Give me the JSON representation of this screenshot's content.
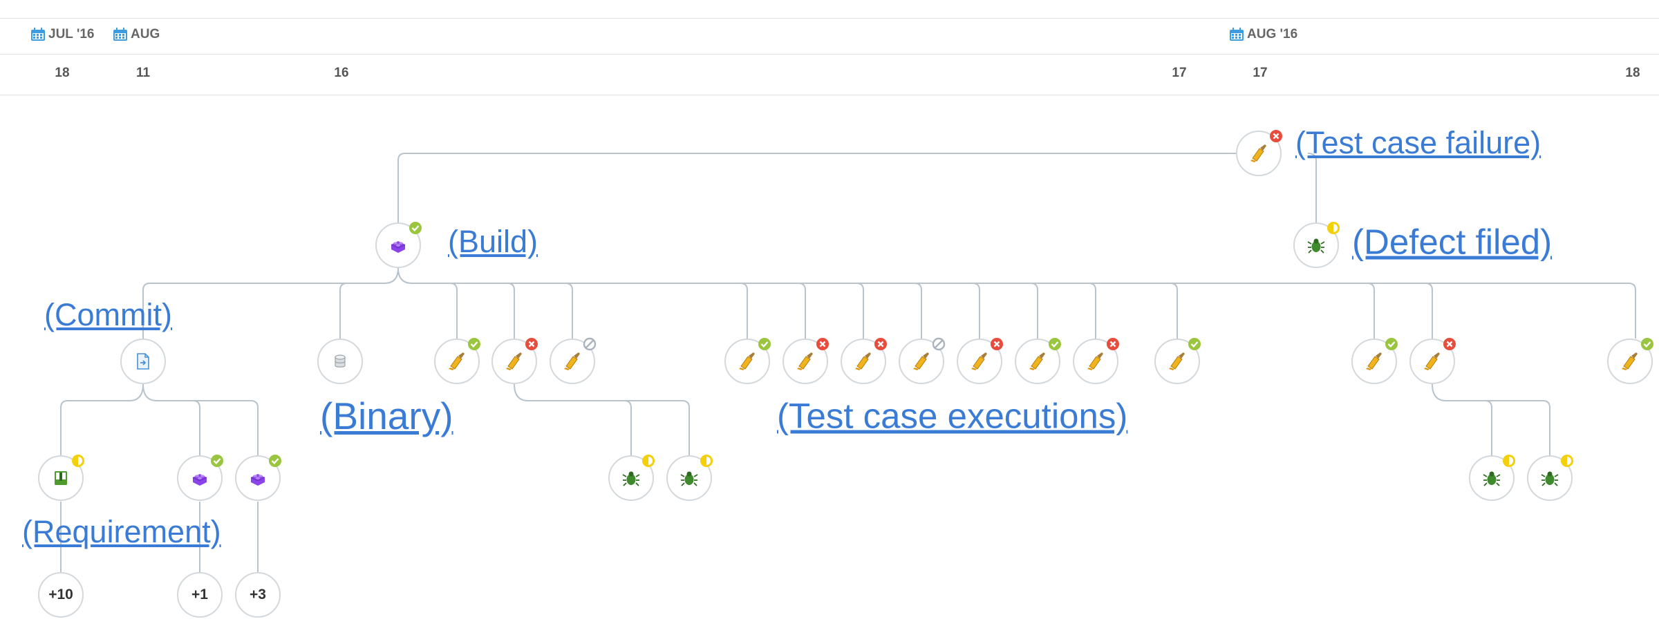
{
  "timeline": {
    "months": [
      {
        "label": "JUL '16"
      },
      {
        "label": "AUG"
      },
      {
        "label": "AUG '16"
      }
    ],
    "days": [
      "18",
      "11",
      "16",
      "17",
      "17",
      "18"
    ]
  },
  "annotations": {
    "test_case_failure": "(Test case failure)",
    "build": "(Build)",
    "defect_filed": "(Defect filed)",
    "commit": "(Commit)",
    "binary": "(Binary)",
    "test_case_executions": "(Test case executions)",
    "requirement": "(Requirement)"
  },
  "counts": {
    "req_more": "+10",
    "build_a_more": "+1",
    "build_b_more": "+3"
  },
  "icons": {
    "test": "broom-icon",
    "build": "lego-block-icon",
    "defect": "bug-icon",
    "commit": "commit-document-icon",
    "binary": "binary-database-icon",
    "requirement": "requirement-book-icon",
    "calendar": "calendar-icon"
  },
  "status_colors": {
    "passed": "#9ac53e",
    "failed": "#e74c3c",
    "pending": "#f4d00b",
    "skipped": "#aab3bb"
  },
  "colors": {
    "link": "#3a7bd5",
    "connector": "#b8c3cb"
  }
}
